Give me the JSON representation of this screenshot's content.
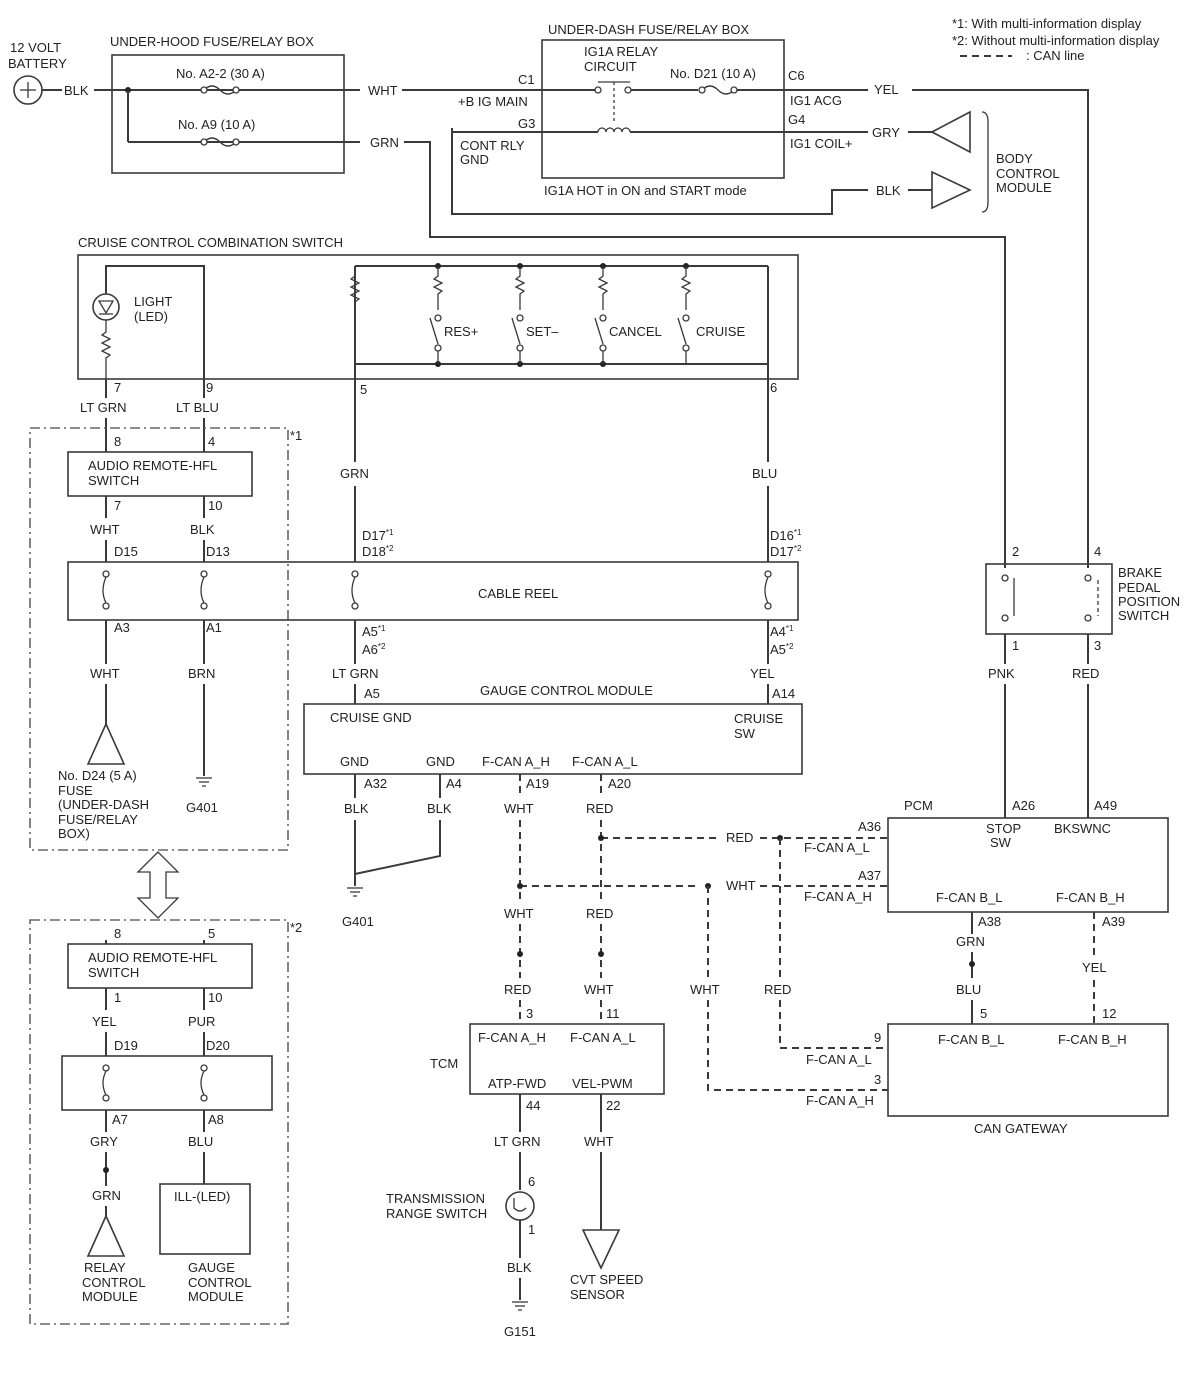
{
  "notes": {
    "n1": "*1: With multi-information display",
    "n2": "*2: Without multi-information display",
    "can": ": CAN line"
  },
  "battery": {
    "l1": "12 VOLT",
    "l2": "BATTERY"
  },
  "underhood": {
    "title": "UNDER-HOOD FUSE/RELAY BOX",
    "fuse1": "No. A2-2 (30 A)",
    "fuse2": "No. A9 (10 A)"
  },
  "underdash": {
    "title": "UNDER-DASH FUSE/RELAY BOX",
    "relay1": "IG1A RELAY",
    "relay2": "CIRCUIT",
    "fuse": "No. D21 (10 A)",
    "bigmain": "+B IG MAIN",
    "ig1acg": "IG1 ACG",
    "ig1coil": "IG1 COIL+",
    "cont1": "CONT RLY",
    "cont2": "GND",
    "hot": "IG1A HOT in ON and START mode",
    "p_c1": "C1",
    "p_g3": "G3",
    "p_c6": "C6",
    "p_g4": "G4"
  },
  "bcm": {
    "l1": "BODY",
    "l2": "CONTROL",
    "l3": "MODULE"
  },
  "cruise": {
    "title": "CRUISE CONTROL COMBINATION SWITCH",
    "light1": "LIGHT",
    "light2": "(LED)",
    "res": "RES+",
    "set": "SET–",
    "cancel": "CANCEL",
    "cr": "CRUISE",
    "p7": "7",
    "p9": "9",
    "p5": "5",
    "p6": "6"
  },
  "audio1": {
    "l1": "AUDIO REMOTE-HFL",
    "l2": "SWITCH",
    "p8": "8",
    "p4": "4",
    "p7": "7",
    "p10": "10",
    "mark": "*1"
  },
  "audio2": {
    "l1": "AUDIO REMOTE-HFL",
    "l2": "SWITCH",
    "p8": "8",
    "p5": "5",
    "p1": "1",
    "p10": "10",
    "mark": "*2"
  },
  "cablereel": {
    "title": "CABLE REEL",
    "d15": "D15",
    "d13": "D13",
    "d17": "D17",
    "d18": "D18",
    "d16": "D16",
    "d17b": "D17",
    "a3": "A3",
    "a1": "A1",
    "a5": "A5",
    "a6": "A6",
    "a4": "A4",
    "a5b": "A5",
    "d19": "D19",
    "d20": "D20",
    "a7": "A7",
    "a8": "A8",
    "s1": "*1",
    "s2": "*2"
  },
  "gauge": {
    "title": "GAUGE CONTROL MODULE",
    "cgnd": "CRUISE GND",
    "csw1": "CRUISE",
    "csw2": "SW",
    "gnd1": "GND",
    "gnd2": "GND",
    "fh": "F-CAN A_H",
    "fl": "F-CAN A_L",
    "pa5": "A5",
    "pa14": "A14",
    "pa32": "A32",
    "pa4": "A4",
    "pa19": "A19",
    "pa20": "A20"
  },
  "brake": {
    "l1": "BRAKE",
    "l2": "PEDAL",
    "l3": "POSITION",
    "l4": "SWITCH",
    "p2": "2",
    "p4": "4",
    "p1": "1",
    "p3": "3"
  },
  "pcm": {
    "title": "PCM",
    "stop1": "STOP",
    "stop2": "SW",
    "bks": "BKSWNC",
    "fal": "F-CAN A_L",
    "fah": "F-CAN A_H",
    "fbl": "F-CAN B_L",
    "fbh": "F-CAN B_H",
    "pa26": "A26",
    "pa49": "A49",
    "pa36": "A36",
    "pa37": "A37",
    "pa38": "A38",
    "pa39": "A39"
  },
  "tcm": {
    "title": "TCM",
    "fh": "F-CAN A_H",
    "fl": "F-CAN A_L",
    "atp": "ATP-FWD",
    "vel": "VEL-PWM",
    "p3": "3",
    "p11": "11",
    "p44": "44",
    "p22": "22"
  },
  "gateway": {
    "title": "CAN GATEWAY",
    "fbl": "F-CAN B_L",
    "fbh": "F-CAN B_H",
    "fal": "F-CAN A_L",
    "fah": "F-CAN A_H",
    "p5": "5",
    "p12": "12",
    "p9": "9",
    "p3": "3"
  },
  "trs": {
    "l1": "TRANSMISSION",
    "l2": "RANGE SWITCH",
    "p6": "6",
    "p1": "1"
  },
  "cvt": {
    "l1": "CVT SPEED",
    "l2": "SENSOR"
  },
  "fuse24": {
    "l1": "No. D24 (5 A)",
    "l2": "FUSE",
    "l3": "(UNDER-DASH",
    "l4": "FUSE/RELAY",
    "l5": "BOX)"
  },
  "relaymod": {
    "l1": "RELAY",
    "l2": "CONTROL",
    "l3": "MODULE"
  },
  "ill": {
    "label": "ILL-(LED)",
    "l1": "GAUGE",
    "l2": "CONTROL",
    "l3": "MODULE"
  },
  "grounds": {
    "g401a": "G401",
    "g401b": "G401",
    "g151": "G151"
  },
  "wires": {
    "blk": "BLK",
    "wht": "WHT",
    "grn": "GRN",
    "yel": "YEL",
    "gry": "GRY",
    "blk2": "BLK",
    "ltgrn": "LT GRN",
    "ltblu": "LT BLU",
    "a1wht": "WHT",
    "a1blk": "BLK",
    "crgrn": "GRN",
    "crblu": "BLU",
    "wht3": "WHT",
    "brn": "BRN",
    "ltgrn2": "LT GRN",
    "yel2": "YEL",
    "blk3": "BLK",
    "blk4": "BLK",
    "wht4": "WHT",
    "red1": "RED",
    "redh": "RED",
    "whth": "WHT",
    "wht5": "WHT",
    "red2": "RED",
    "red3": "RED",
    "wht6": "WHT",
    "wht7": "WHT",
    "red4": "RED",
    "ltgrn3": "LT GRN",
    "wht8": "WHT",
    "blk5": "BLK",
    "pnk": "PNK",
    "red5": "RED",
    "grn3": "GRN",
    "blu3": "BLU",
    "yel3": "YEL",
    "yel4": "YEL",
    "pur": "PUR",
    "gry2": "GRY",
    "blu4": "BLU",
    "grn4": "GRN"
  }
}
